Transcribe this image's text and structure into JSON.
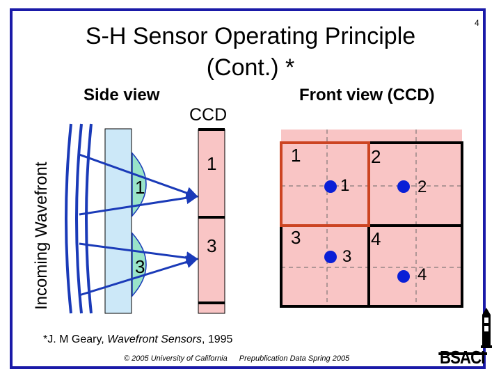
{
  "page_number": "4",
  "title_line1": "S-H Sensor Operating Principle",
  "title_line2": "(Cont.) *",
  "incoming_label": "Incoming Wavefront",
  "side_view_label": "Side view",
  "ccd_label": "CCD",
  "front_view_label": "Front view (CCD)",
  "side_view": {
    "lens_labels": [
      "1",
      "3"
    ],
    "ccd_labels": [
      "1",
      "3"
    ]
  },
  "front_view": {
    "quadrant_labels": [
      "1",
      "2",
      "3",
      "4"
    ],
    "spot_labels": [
      "1",
      "2",
      "3",
      "4"
    ]
  },
  "reference": {
    "prefix": "*J. M Geary, ",
    "book": "Wavefront Sensors",
    "suffix": ", 1995"
  },
  "footer": {
    "copyright": "© 2005 University of California",
    "note": "Prepublication Data Spring 2005"
  },
  "logo_text": "BSACI",
  "colors": {
    "frame": "#1a1aa8",
    "ccd_fill": "#f9c5c5",
    "lenslet_strip": "#cce8f8",
    "lens_fill": "#99e4c9",
    "arrow": "#1a3ab8",
    "highlight": "#cc4422",
    "spot": "#0a1fd6"
  }
}
